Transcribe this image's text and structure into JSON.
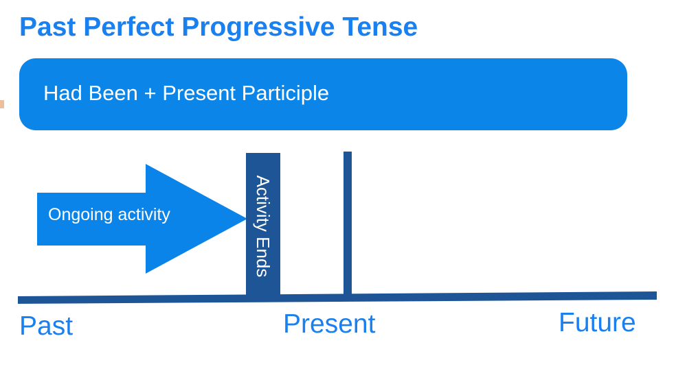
{
  "page": {
    "title": "Past Perfect Progressive Tense",
    "background_color": "#ffffff"
  },
  "formula": {
    "text": "Had Been + Present Participle",
    "box_color": "#0b86e8",
    "text_color": "#ffffff"
  },
  "diagram": {
    "type": "timeline",
    "accent_color": "#1a80ef",
    "arrow_color": "#0a84e8",
    "marker_color": "#1d5597",
    "arrow": {
      "label": "Ongoing activity",
      "direction": "right",
      "label_color": "#ffffff"
    },
    "marker": {
      "label": "Activity Ends",
      "orientation": "vertical-top-to-bottom",
      "label_color": "#ffffff"
    },
    "present_tick": {
      "name": "present-marker"
    },
    "axis": {
      "labels": [
        {
          "key": "past",
          "text": "Past"
        },
        {
          "key": "present",
          "text": "Present"
        },
        {
          "key": "future",
          "text": "Future"
        }
      ],
      "line_color": "#1d5597"
    }
  },
  "chart_data": {
    "type": "timeline",
    "title": "Past Perfect Progressive Tense",
    "categories": [
      "Past",
      "Present",
      "Future"
    ],
    "annotations": [
      {
        "label": "Ongoing activity",
        "span": [
          "Past",
          "Activity Ends"
        ],
        "shape": "arrow-right"
      },
      {
        "label": "Activity Ends",
        "at": "before Present",
        "shape": "vertical-bar"
      }
    ],
    "xlabel": "",
    "ylabel": "",
    "grid": false,
    "legend": "none"
  }
}
